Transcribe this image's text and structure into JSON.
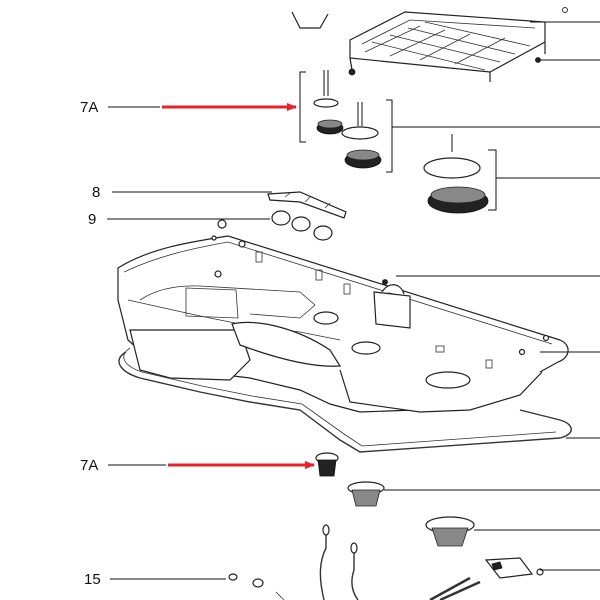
{
  "callouts": {
    "top_7a": "7A",
    "row_8": "8",
    "row_9": "9",
    "bottom_7a": "7A",
    "row_15": "15"
  },
  "colors": {
    "arrow": "#e8202a",
    "line": "#111111",
    "background": "#ffffff"
  }
}
